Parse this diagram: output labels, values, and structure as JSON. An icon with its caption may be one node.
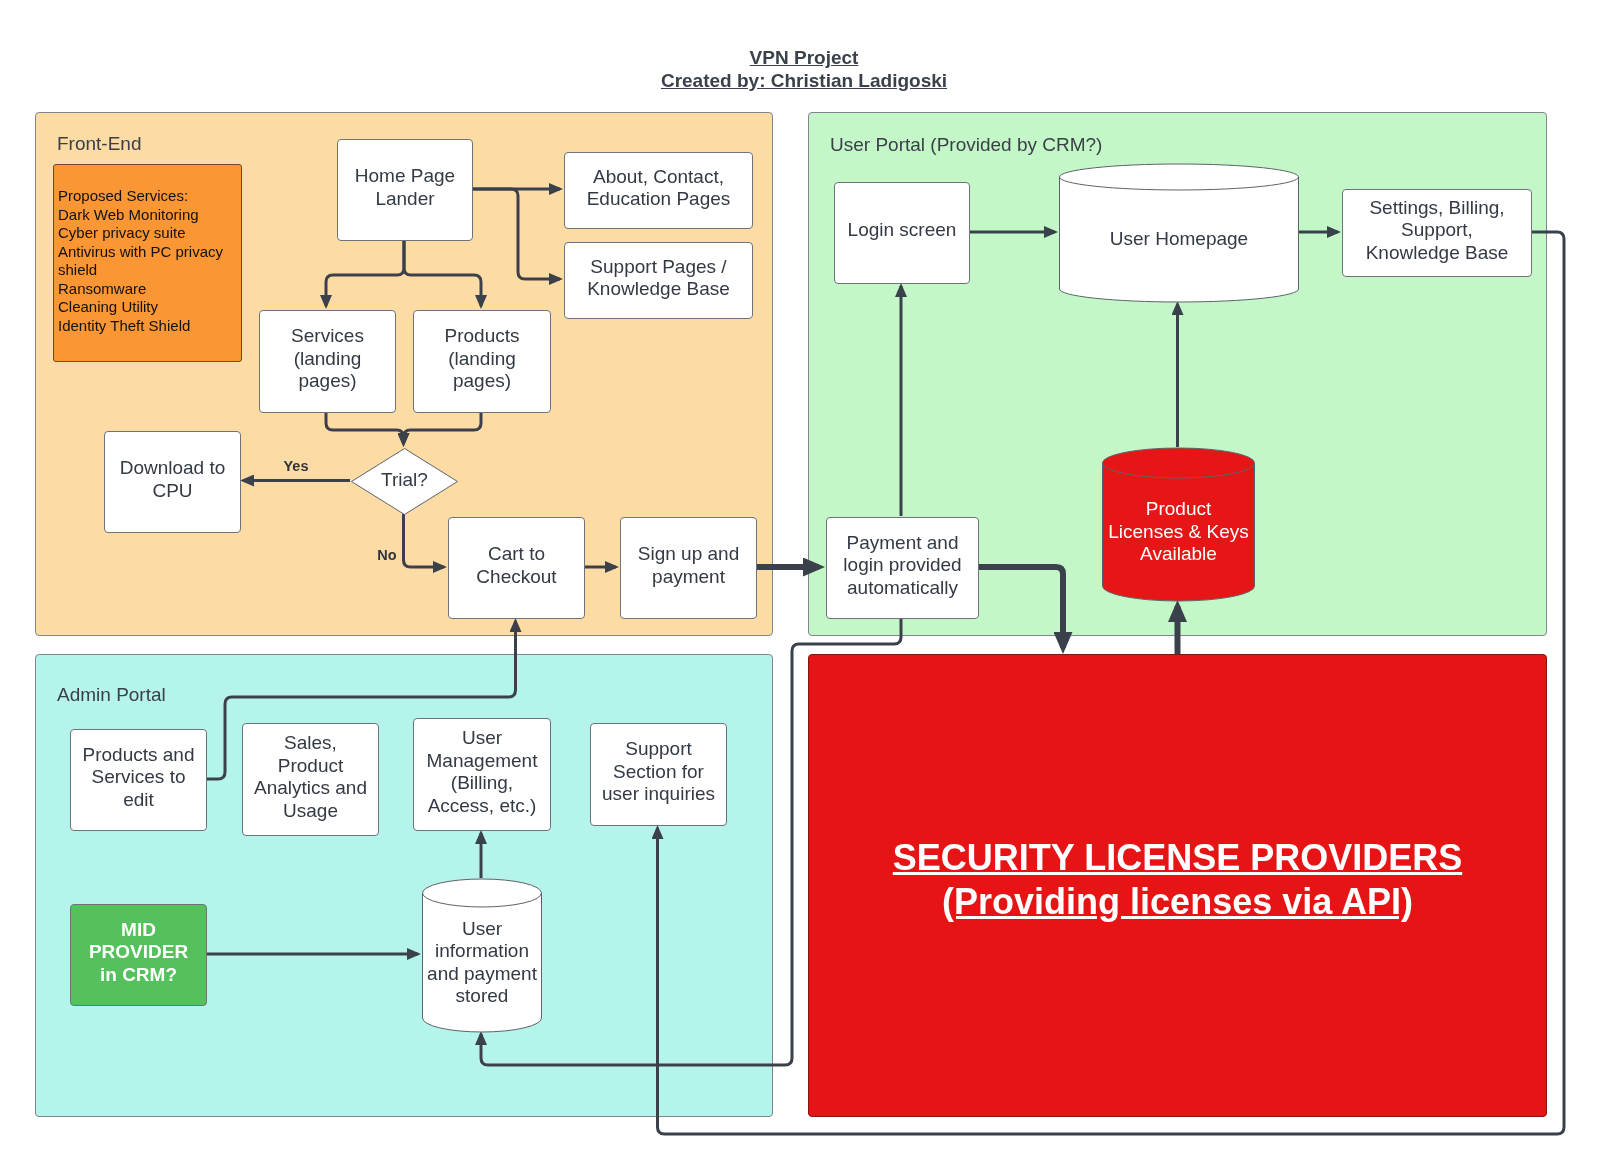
{
  "diagram": {
    "title": "VPN Project",
    "nodes": [
      {
        "text": [
          "Front-End"
        ]
      },
      {
        "text": [
          "Proposed Services:",
          "Dark Web Monitoring",
          "Cyber privacy suite",
          "Antivirus with PC privacy shield",
          "Ransomware",
          "Cleaning Utility",
          "Identity Theft Shield"
        ],
        "in": 0
      },
      {
        "text": [
          "Home Page Lander"
        ],
        "in": 0
      },
      {
        "text": [
          "About, Contact, Education Pages"
        ],
        "in": 0
      },
      {
        "text": [
          "Support Pages / Knowledge Base"
        ],
        "in": 0
      },
      {
        "text": [
          "Services (landing pages)"
        ],
        "in": 0
      },
      {
        "text": [
          "Products (landing pages)"
        ],
        "in": 0
      },
      {
        "text": [
          "Download to CPU"
        ],
        "in": 0
      },
      {
        "text": [
          "Trial?"
        ],
        "in": 0
      },
      {
        "text": [
          "Cart to Checkout"
        ],
        "in": 0
      },
      {
        "text": [
          "Sign up and payment"
        ],
        "in": 0
      },
      {
        "text": [
          "User Portal (Provided by CRM?)"
        ]
      },
      {
        "text": [
          "Login screen"
        ],
        "in": 11
      },
      {
        "text": [
          "User Homepage"
        ],
        "in": 11
      },
      {
        "text": [
          "Settings, Billing, Support, Knowledge Base"
        ],
        "in": 11
      },
      {
        "text": [
          "Product Licenses & Keys Available"
        ],
        "in": 11
      },
      {
        "text": [
          "Payment and login provided automatically"
        ],
        "in": 11
      },
      {
        "text": [
          "Admin Portal"
        ]
      },
      {
        "text": [
          "Products and Services to edit"
        ],
        "in": 17
      },
      {
        "text": [
          "Sales, Product Analytics and Usage"
        ],
        "in": 17
      },
      {
        "text": [
          "User Management (Billing, Access, etc.)"
        ],
        "in": 17
      },
      {
        "text": [
          "Support Section for user inquiries"
        ],
        "in": 17
      },
      {
        "text": [
          "MID PROVIDER in CRM?"
        ],
        "in": 17
      },
      {
        "text": [
          "User information and payment stored"
        ],
        "in": 17
      },
      {
        "text": [
          "SECURITY LICENSE PROVIDERS (Providing licenses via API)"
        ]
      }
    ],
    "edges": [
      {
        "from": 2,
        "to": 3,
        "arrow": "to"
      },
      {
        "from": 2,
        "to": 4,
        "arrow": "to"
      },
      {
        "from": 2,
        "to": 5,
        "arrow": "to"
      },
      {
        "from": 2,
        "to": 6,
        "arrow": "to"
      },
      {
        "from": 5,
        "to": 8,
        "arrow": "to"
      },
      {
        "from": 6,
        "to": 8,
        "arrow": "to"
      },
      {
        "from": 8,
        "to": 7,
        "arrow": "to",
        "label": "Yes"
      },
      {
        "from": 8,
        "to": 9,
        "arrow": "to",
        "label": "No"
      },
      {
        "from": 9,
        "to": 10,
        "arrow": "to"
      },
      {
        "from": 10,
        "to": 16,
        "arrow": "to",
        "style": "thick"
      },
      {
        "from": 16,
        "to": 12,
        "arrow": "to"
      },
      {
        "from": 12,
        "to": 13,
        "arrow": "to"
      },
      {
        "from": 13,
        "to": 14,
        "arrow": "to"
      },
      {
        "from": 14,
        "to": 21,
        "arrow": "to"
      },
      {
        "from": 16,
        "to": 24,
        "arrow": "to",
        "style": "thick"
      },
      {
        "from": 24,
        "to": 15,
        "arrow": "to",
        "style": "thick"
      },
      {
        "from": 15,
        "to": 13,
        "arrow": "to"
      },
      {
        "from": 16,
        "to": 23,
        "arrow": "to"
      },
      {
        "from": 18,
        "to": 9,
        "arrow": "to"
      },
      {
        "from": 22,
        "to": 23,
        "arrow": "to"
      },
      {
        "from": 23,
        "to": 20,
        "arrow": "to"
      }
    ],
    "labels": [
      "Created by: Christian Ladigoski"
    ]
  }
}
